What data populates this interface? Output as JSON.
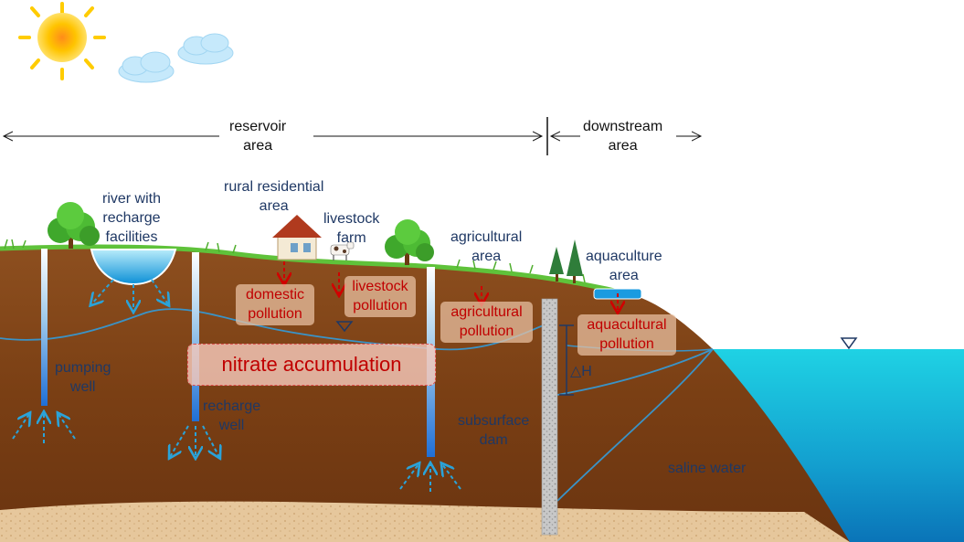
{
  "labels": {
    "reservoir_area": "reservoir\narea",
    "downstream_area": "downstream\narea",
    "river": "river with\nrecharge\nfacilities",
    "rural": "rural residential\narea",
    "livestock_farm": "livestock\nfarm",
    "agricultural_area": "agricultural\narea",
    "aquaculture_area": "aquaculture\narea",
    "pumping_well": "pumping\nwell",
    "recharge_well": "recharge\nwell",
    "subsurface_dam": "subsurface\ndam",
    "delta_h": "△H",
    "saline_water": "saline water"
  },
  "pollution": {
    "domestic": "domestic\npollution",
    "livestock": "livestock\npollution",
    "agricultural": "agricultural\npollution",
    "aquacultural": "aquacultural\npollution"
  },
  "nitrate": "nitrate accumulation",
  "colors": {
    "soil": "#7a3f14",
    "sand": "#e8c9a0",
    "sea": "#1fb8d8",
    "pollution_text": "#c00000",
    "label_text": "#1f3864"
  }
}
